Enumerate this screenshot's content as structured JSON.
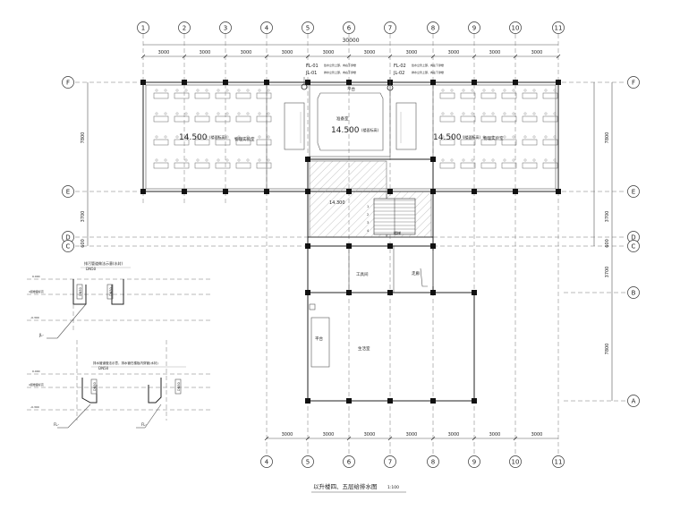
{
  "drawing_title": "以升楼四、五层给排水图",
  "drawing_scale": "1:100",
  "column_axes": [
    "1",
    "2",
    "3",
    "4",
    "5",
    "6",
    "7",
    "8",
    "9",
    "10",
    "11"
  ],
  "row_axes_left": [
    "F",
    "E",
    "D",
    "C"
  ],
  "row_axes_right": [
    "F",
    "E",
    "D",
    "C",
    "B",
    "A"
  ],
  "dimensions": {
    "top_total": "30000",
    "bay_width": "3000",
    "row_F_E": "7800",
    "row_E_D": "3700",
    "row_D_C": "600",
    "row_C_B": "3700",
    "row_B_A": "7800"
  },
  "room_labels": {
    "left_office": "物理实验室",
    "right_office": "物理实验室",
    "center_room": "准备室",
    "lobby_room": "平台",
    "stair_room": "楼梯",
    "lower_small": "工具间",
    "lower_big": "生活室",
    "lower_left": "平台",
    "lower_right": "走廊"
  },
  "elevations": {
    "left": "14.500",
    "left_note": "(楼面标高)",
    "center": "14.500",
    "center_note": "(楼面标高)",
    "right": "14.500",
    "right_note": "(楼面标高)",
    "stair": "14.300"
  },
  "pipe_tags": {
    "fl01": "FL-01",
    "jl01": "JL-01",
    "fl02": "FL-02",
    "jl02": "JL-02",
    "fl01_note": "给水立管上部，向右下穿楼",
    "jl01_note": "排水立管上部，向右下穿楼",
    "fl02_note": "给水立管上部，向左下穿楼",
    "jl02_note": "排水立管上部，向左下穿楼"
  },
  "detail_upper": {
    "title": "排污管道做法示意(水封)",
    "pipe_size": "DN50",
    "level_top": "0.000",
    "level_floor": "4层楼面标高",
    "level_bottom": "-0.300",
    "pipe_left": "DN50",
    "pipe_right": "DN50",
    "tag": "JL-"
  },
  "detail_lower": {
    "title": "排水管道做法示意，排水管在楼板内穿管(水封)",
    "pipe_size": "DN50",
    "level_top": "0.000",
    "level_floor": "4层楼面标高",
    "level_bottom": "-0.300",
    "pipe_left": "DN50",
    "pipe_right": "DN50",
    "tag_left": "FL-",
    "tag_right": "FL-"
  },
  "stair_step_labels": [
    "1",
    "2",
    "3",
    "4"
  ],
  "colors": {
    "line": "#555555",
    "ink": "#222222",
    "hatch": "#888888"
  }
}
